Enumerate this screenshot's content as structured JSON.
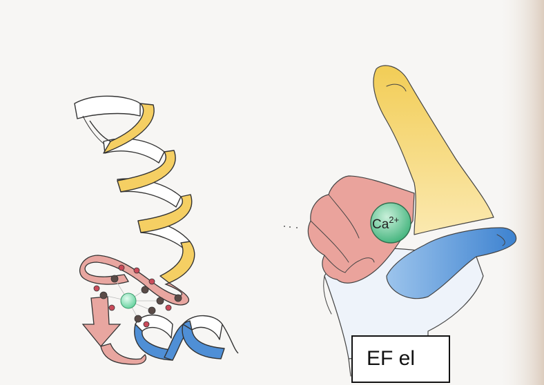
{
  "figure": {
    "ion_label": "Ca",
    "ion_charge": "2+",
    "caption": "EF el"
  },
  "colors": {
    "background": "#f7f6f4",
    "helix_yellow": "#f5cf63",
    "helix_blue": "#4f8fd6",
    "loop_pink": "#e8a6a0",
    "calcium_green": "#6fcfa0",
    "outline": "#333333"
  },
  "icons": {
    "hand": "ef-hand-icon",
    "ion": "calcium-ion-icon"
  }
}
